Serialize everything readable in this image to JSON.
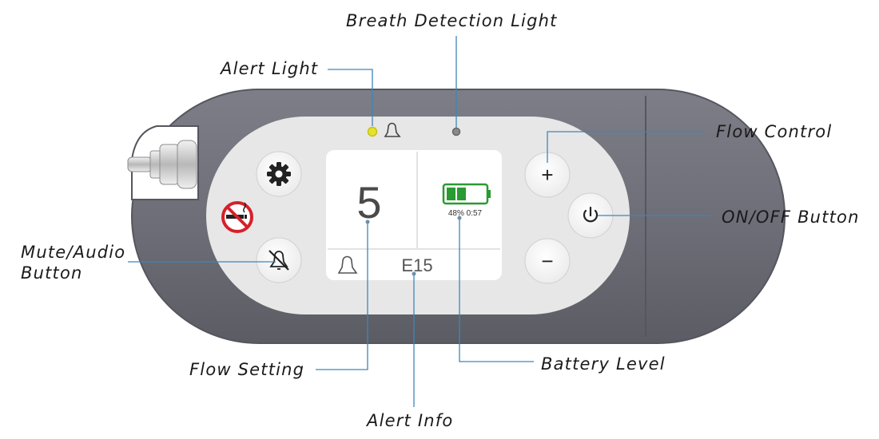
{
  "labels": {
    "breath_detection_light": "Breath Detection Light",
    "alert_light": "Alert Light",
    "flow_control": "Flow Control",
    "on_off_button": "ON/OFF Button",
    "mute_audio_button_line1": "Mute/Audio",
    "mute_audio_button_line2": "Button",
    "flow_setting": "Flow Setting",
    "battery_level": "Battery Level",
    "alert_info": "Alert Info"
  },
  "display": {
    "flow_value": "5",
    "battery_readout": "48% 0:57",
    "battery_fraction": 0.48,
    "alert_code": "E15"
  },
  "buttons": {
    "plus": "+",
    "minus": "−"
  },
  "icons": {
    "settings": "gear-icon",
    "no_smoking": "no-smoking-icon",
    "mute": "bell-mute-icon",
    "power": "power-icon",
    "alert": "alert-bell-icon",
    "battery": "battery-icon"
  },
  "colors": {
    "body": "#6e6f78",
    "faceplate": "#e7e7e7",
    "leader_line": "#3f86b7",
    "alert_led": "#e4e22a",
    "battery_green": "#2a9a32",
    "no_smoking_red": "#d6202a"
  }
}
